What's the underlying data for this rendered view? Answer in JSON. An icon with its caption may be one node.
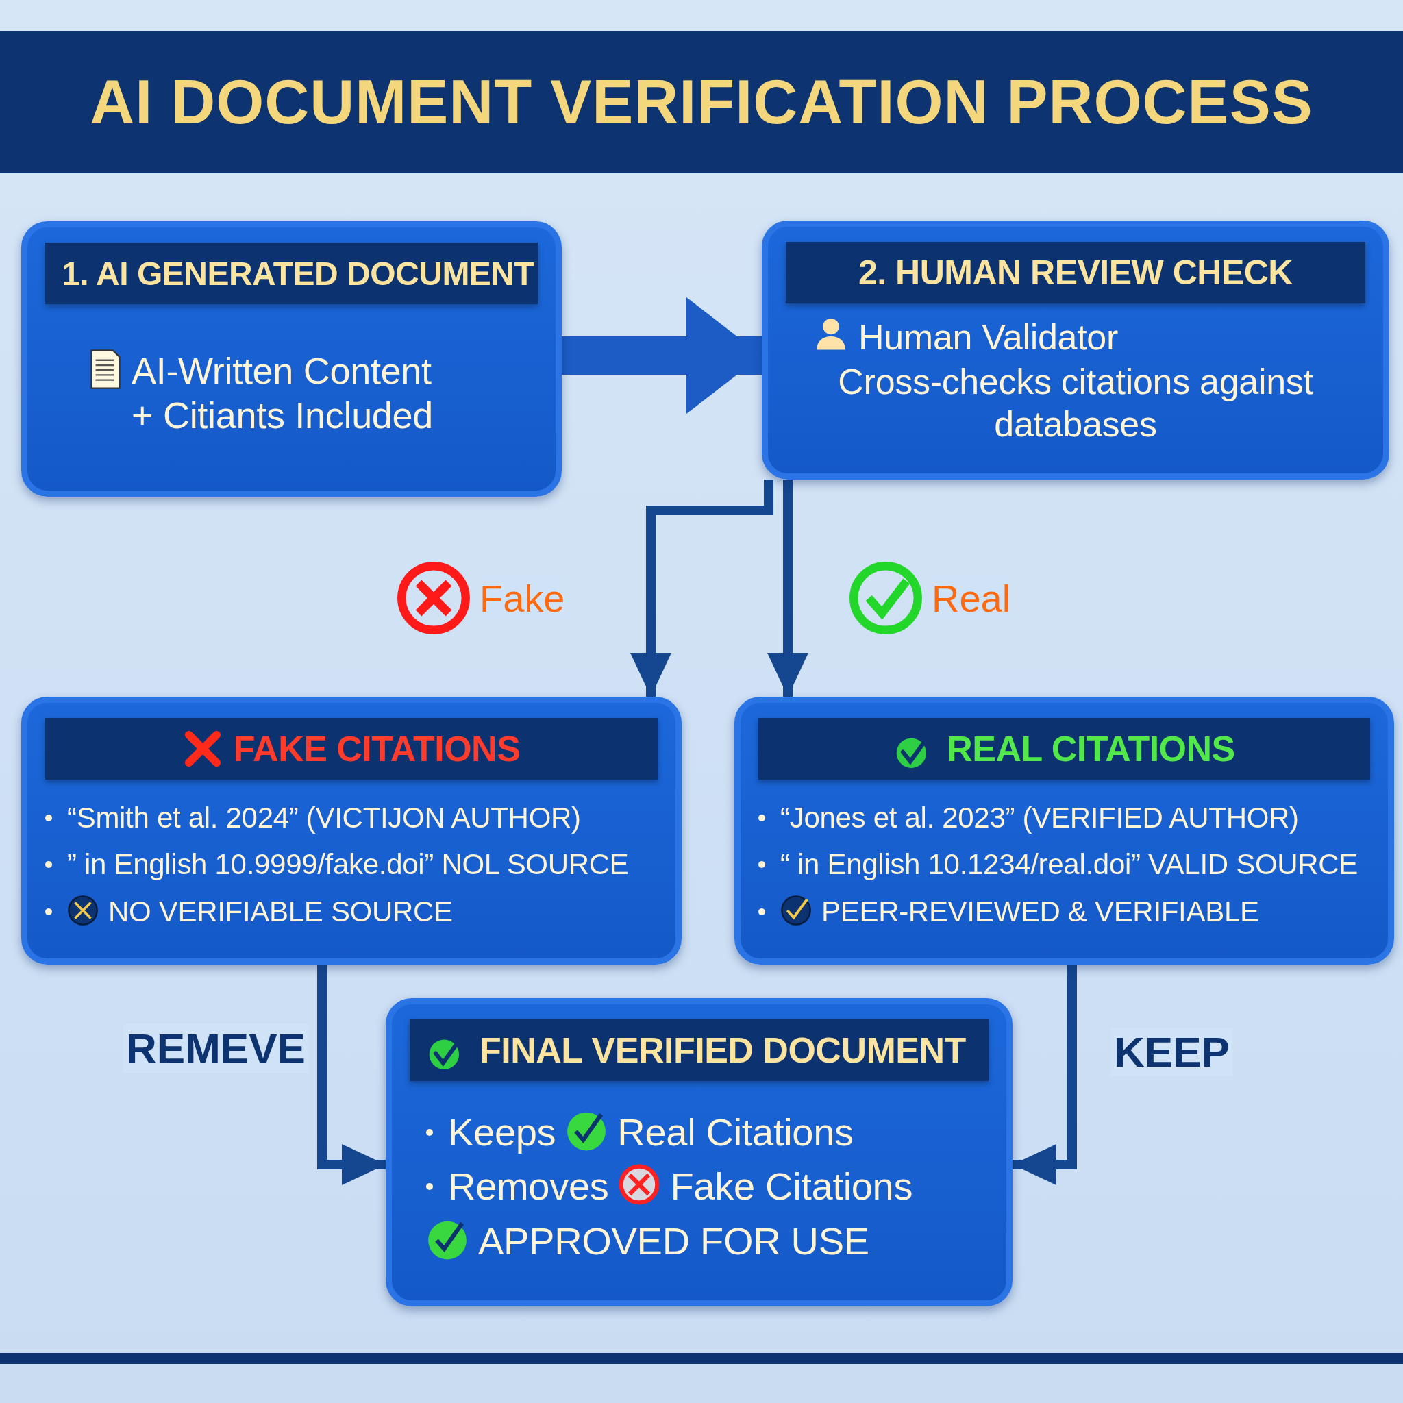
{
  "diagram": {
    "title": "AI DOCUMENT VERIFICATION PROCESS",
    "nodes": [
      {
        "text": [
          "1. AI GENERATED DOCUMENT",
          "AI-Written Content + Citiants Included"
        ]
      },
      {
        "text": [
          "2. HUMAN REVIEW CHECK",
          "Human Validator",
          "Cross-checks citations against databases"
        ]
      },
      {
        "text": [
          "FAKE CITATIONS",
          "“Smith et al. 2024” (VICTIJON AUTHOR)",
          "” in English 10.9999/fake.doi” NOL SOURCE",
          "NO VERIFIABLE SOURCE"
        ]
      },
      {
        "text": [
          "REAL CITATIONS",
          "“Jones et al. 2023” (VERIFIED AUTHOR)",
          "“ in English 10.1234/real.doi” VALID SOURCE",
          "PEER-REVIEWED & VERIFIABLE"
        ]
      },
      {
        "text": [
          "FINAL VERIFIED DOCUMENT",
          "Keeps",
          "Real Citations",
          "Removes",
          "Fake Citations",
          "APPROVED FOR USE"
        ]
      }
    ],
    "edges": [
      {
        "from": 0,
        "to": 1,
        "arrow": "to",
        "style": "thick"
      },
      {
        "from": 1,
        "to": 2,
        "arrow": "to",
        "label": "Fake"
      },
      {
        "from": 1,
        "to": 3,
        "arrow": "to",
        "label": "Real"
      },
      {
        "from": 2,
        "to": 4,
        "arrow": "to",
        "label": "REMEVE"
      },
      {
        "from": 3,
        "to": 4,
        "arrow": "to",
        "label": "KEEP"
      }
    ]
  }
}
